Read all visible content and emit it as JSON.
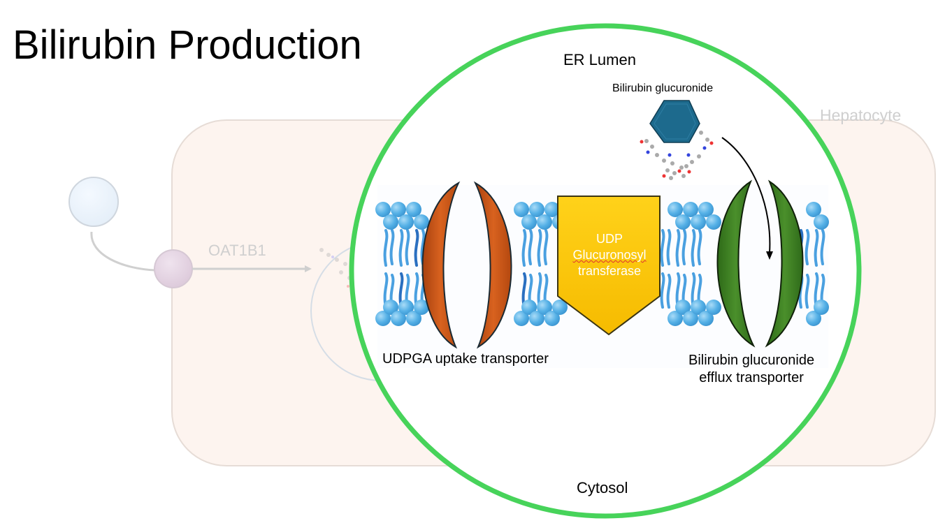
{
  "slide": {
    "title": "Bilirubin Production"
  },
  "background_diagram": {
    "cell_label": "Hepatocyte",
    "transporter_label": "OAT1B1",
    "colors": {
      "cell_fill": "#fdf4ef",
      "cell_border": "#e8ddd7",
      "faded_text": "#cfcfcf"
    }
  },
  "zoom_view": {
    "border_color": "#47d35a",
    "top_compartment": "ER Lumen",
    "bottom_compartment": "Cytosol",
    "molecule": {
      "label": "Bilirubin glucuronide",
      "color": "#1d6a8d"
    },
    "enzyme": {
      "line1": "UDP",
      "line2": "Glucuronosyl",
      "line3": "transferase",
      "color": "#ffc800"
    },
    "uptake_transporter": {
      "label": "UDPGA uptake transporter",
      "color": "#c9531a"
    },
    "efflux_transporter": {
      "line1": "Bilirubin glucuronide",
      "line2": "efflux transporter",
      "color": "#3c7f22"
    },
    "membrane_color": "#4aa8e0"
  }
}
